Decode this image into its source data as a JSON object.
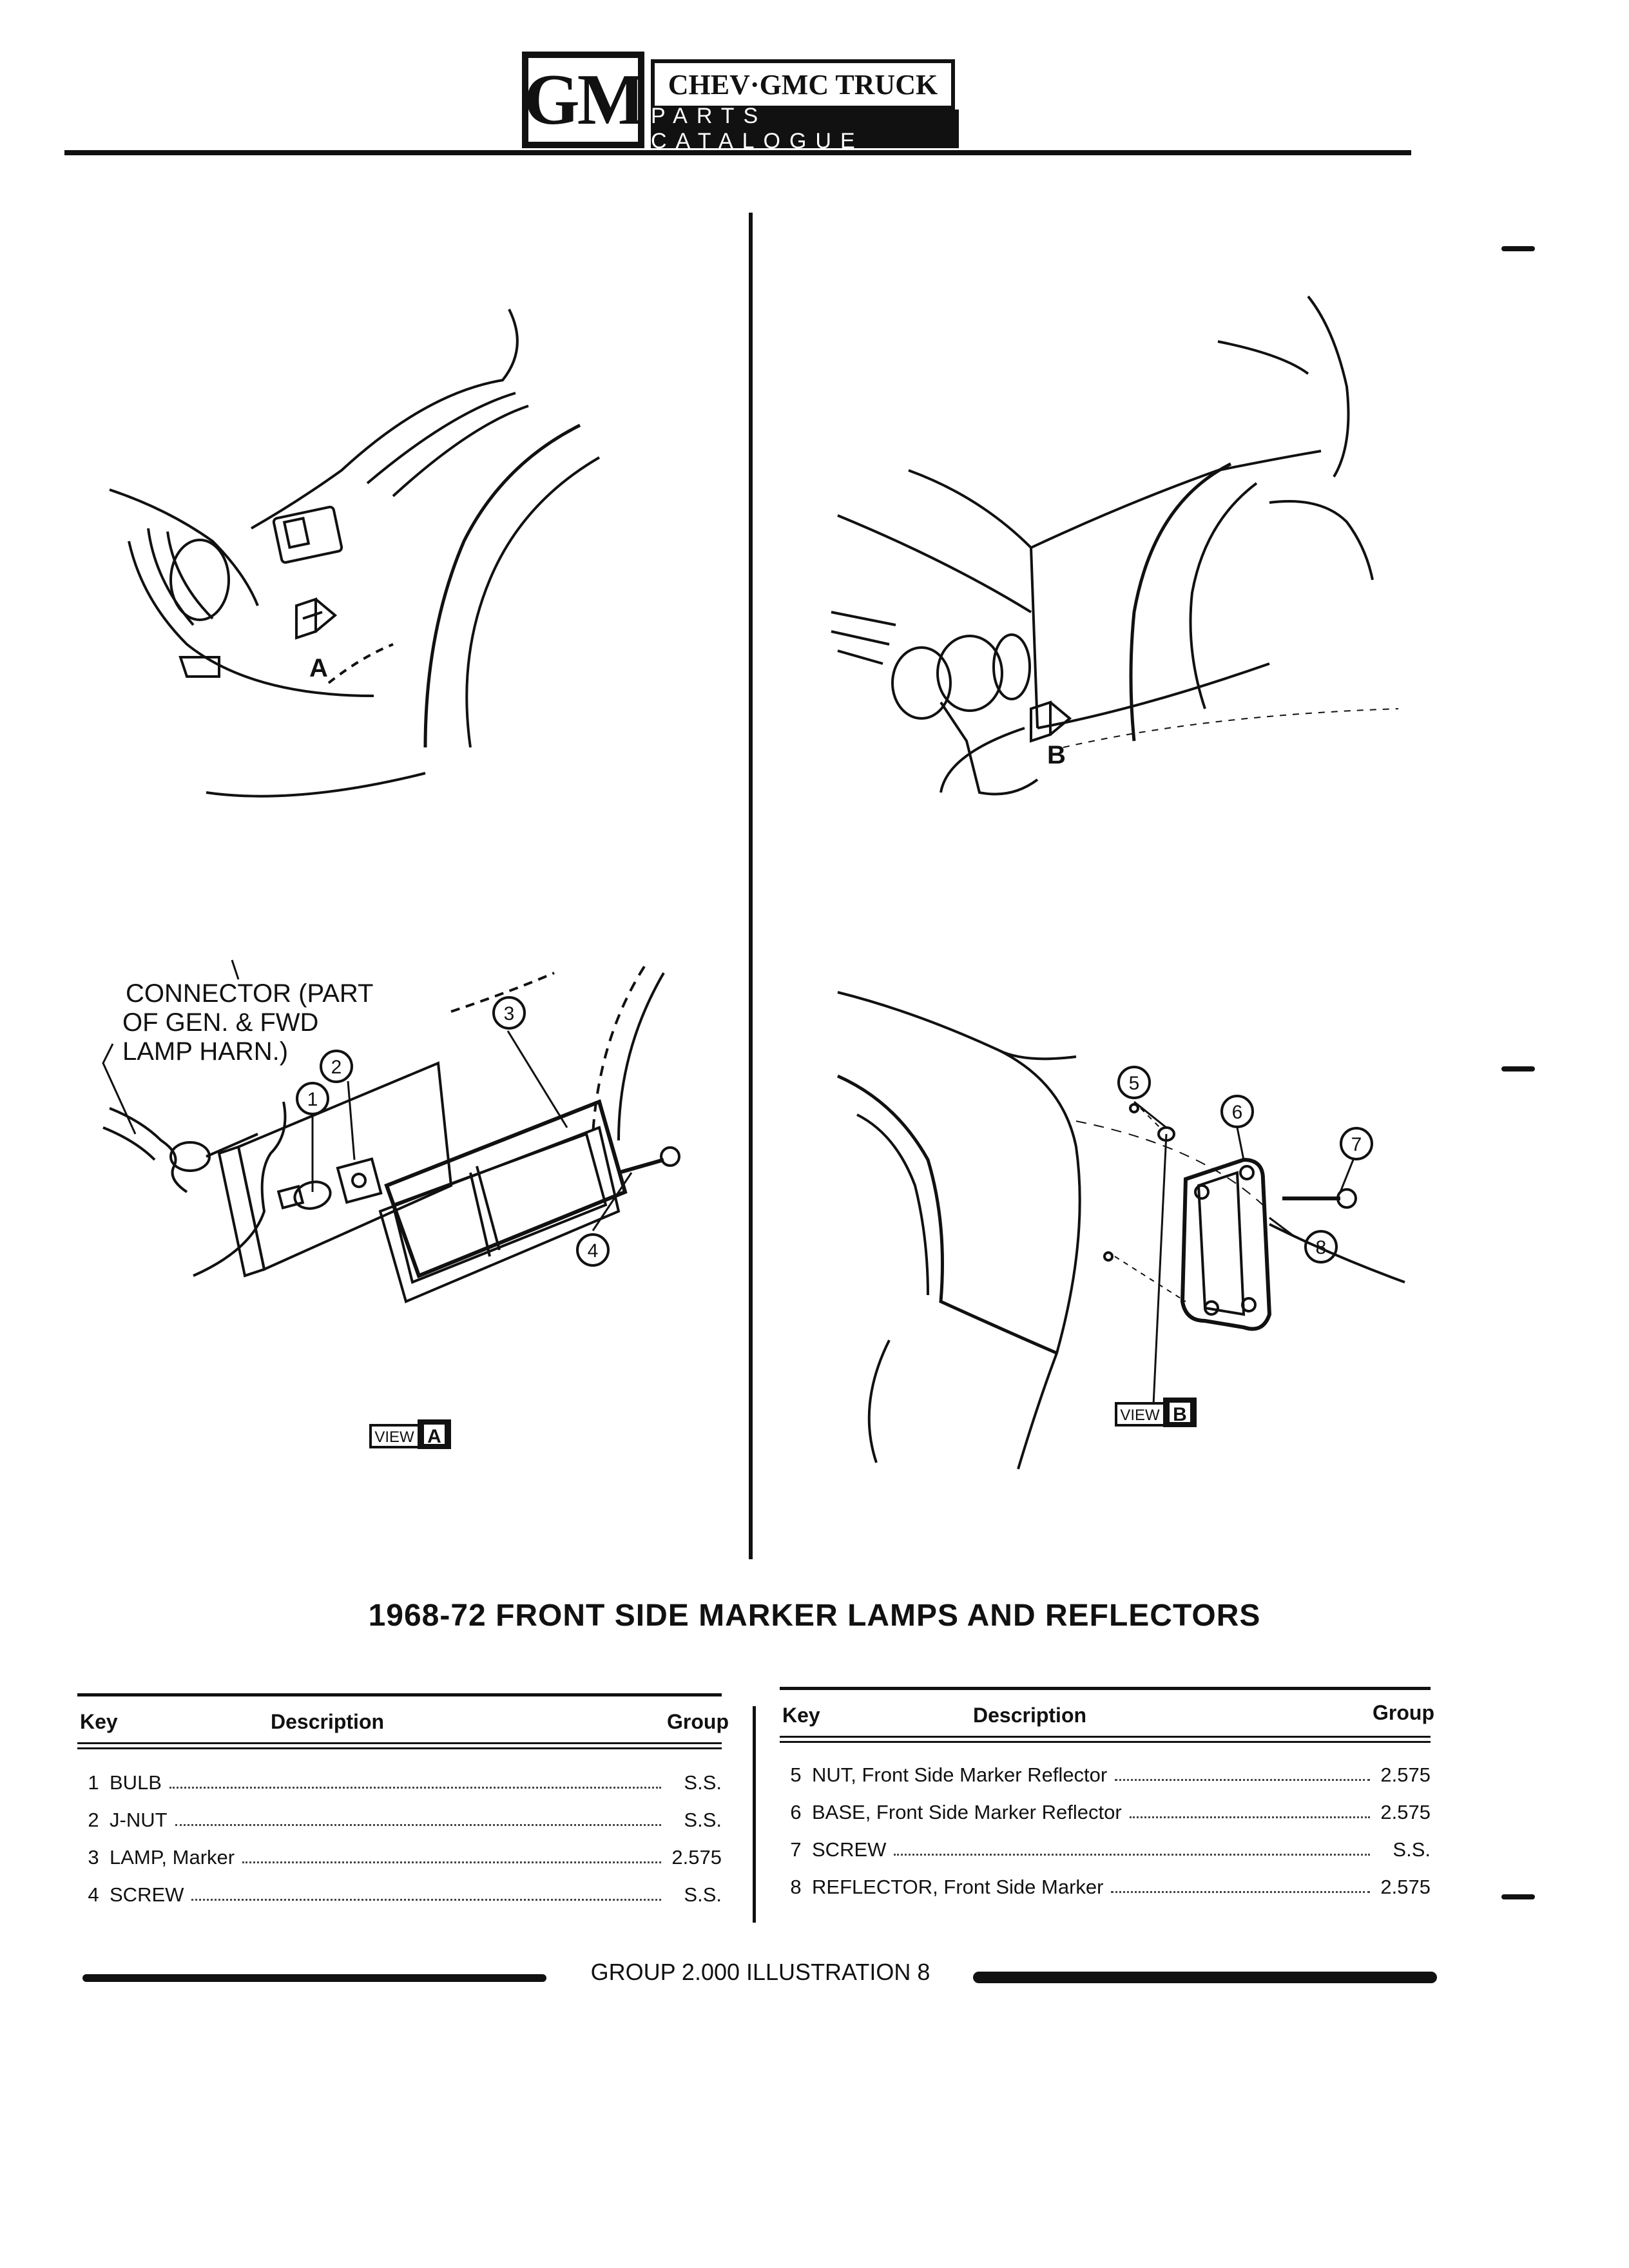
{
  "header": {
    "logo_text": "GM",
    "title": "CHEV·GMC TRUCK",
    "subtitle": "PARTS CATALOGUE"
  },
  "view_a": {
    "connector_label_line1": "CONNECTOR (PART",
    "connector_label_line2": "OF GEN. & FWD",
    "connector_label_line3": "LAMP HARN.)",
    "view_label": "VIEW",
    "view_letter": "A",
    "arrow_letter": "A",
    "callouts": [
      "1",
      "2",
      "3",
      "4"
    ]
  },
  "view_b": {
    "view_label": "VIEW",
    "view_letter": "B",
    "arrow_letter": "B",
    "callouts": [
      "5",
      "6",
      "7",
      "8"
    ]
  },
  "caption": "1968-72 FRONT SIDE MARKER LAMPS AND REFLECTORS",
  "table_left": {
    "headers": {
      "key": "Key",
      "description": "Description",
      "group": "Group"
    },
    "rows": [
      {
        "key": "1",
        "description": "BULB",
        "group": "S.S."
      },
      {
        "key": "2",
        "description": "J-NUT",
        "group": "S.S."
      },
      {
        "key": "3",
        "description": "LAMP, Marker",
        "group": "2.575"
      },
      {
        "key": "4",
        "description": "SCREW",
        "group": "S.S."
      }
    ]
  },
  "table_right": {
    "headers": {
      "key": "Key",
      "description": "Description",
      "group": "Group"
    },
    "rows": [
      {
        "key": "5",
        "description": "NUT, Front Side Marker Reflector",
        "group": "2.575"
      },
      {
        "key": "6",
        "description": "BASE, Front Side Marker Reflector",
        "group": "2.575"
      },
      {
        "key": "7",
        "description": "SCREW",
        "group": "S.S."
      },
      {
        "key": "8",
        "description": "REFLECTOR, Front Side Marker",
        "group": "2.575"
      }
    ]
  },
  "footer": "GROUP 2.000 ILLUSTRATION 8"
}
